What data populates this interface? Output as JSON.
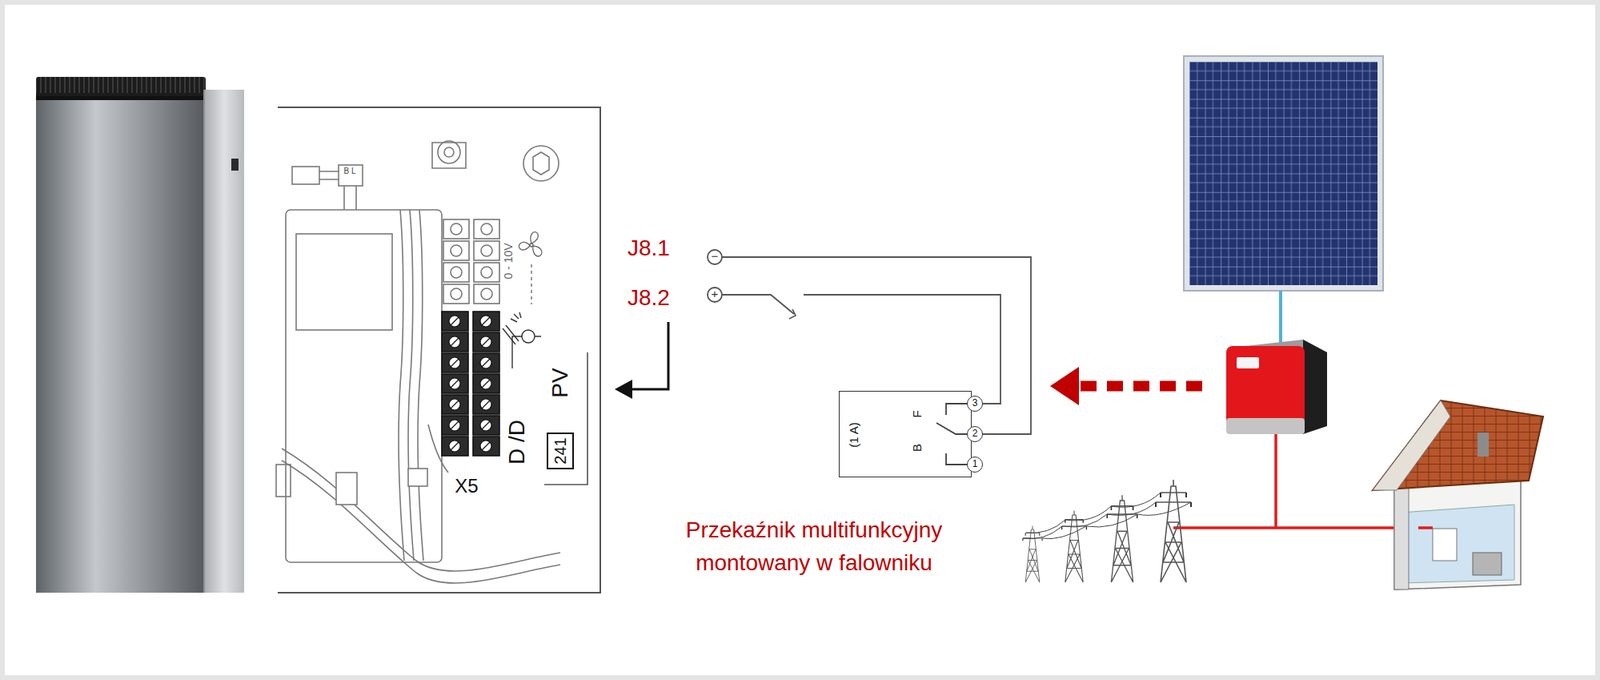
{
  "diagram": {
    "nodes": [
      {
        "text": [
          "241"
        ]
      },
      {
        "text": [
          "(1 A)",
          "B",
          "F"
        ]
      },
      {
        "text": [
          "3"
        ],
        "in": 1
      },
      {
        "text": [
          "2"
        ],
        "in": 1
      },
      {
        "text": [
          "1"
        ],
        "in": 1
      }
    ],
    "labels": [
      "B L",
      "0 - 10V",
      "D /D",
      "PV",
      "X5",
      "J8.1",
      "J8.2",
      "−",
      "+",
      "Przekaźnik multifunkcyjny montowany w falowniku"
    ]
  }
}
